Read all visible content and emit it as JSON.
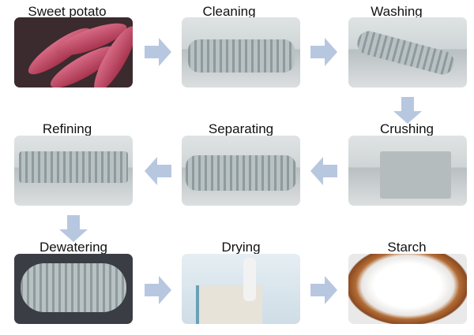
{
  "title": "Sweet potato starch production process",
  "steps": [
    {
      "label": "Sweet potato"
    },
    {
      "label": "Cleaning"
    },
    {
      "label": "Washing"
    },
    {
      "label": "Crushing"
    },
    {
      "label": "Separating"
    },
    {
      "label": "Refining"
    },
    {
      "label": "Dewatering"
    },
    {
      "label": "Drying"
    },
    {
      "label": "Starch"
    }
  ],
  "colors": {
    "arrow": "#b8c7e0"
  }
}
